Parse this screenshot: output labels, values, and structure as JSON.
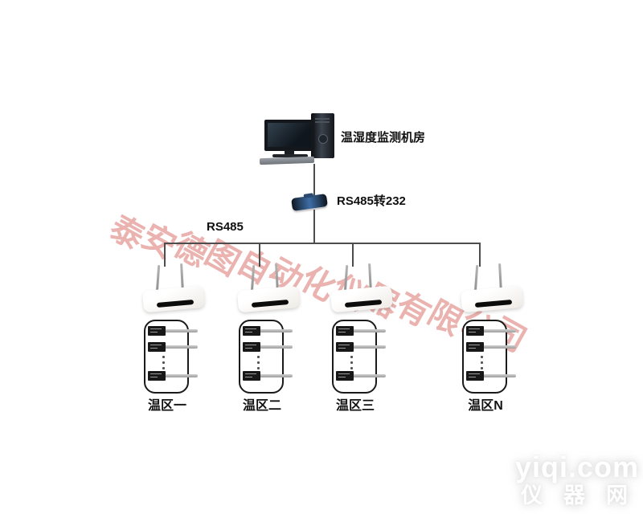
{
  "labels": {
    "monitoring_room": "温湿度监测机房",
    "converter": "RS485转232",
    "bus": "RS485"
  },
  "zones": [
    {
      "label": "温区一"
    },
    {
      "label": "温区二"
    },
    {
      "label": "温区三"
    },
    {
      "label": "温区N"
    }
  ],
  "watermark": {
    "text": "泰安德图自动化仪器有限公司",
    "color": "rgba(216,104,95,0.5)"
  },
  "logo": {
    "line1": "yiqi.com",
    "line2": "仪器网"
  },
  "colors": {
    "line": "#4d4d4d",
    "watermark_red": "#d8685f",
    "logo_text": "#ffffff"
  }
}
